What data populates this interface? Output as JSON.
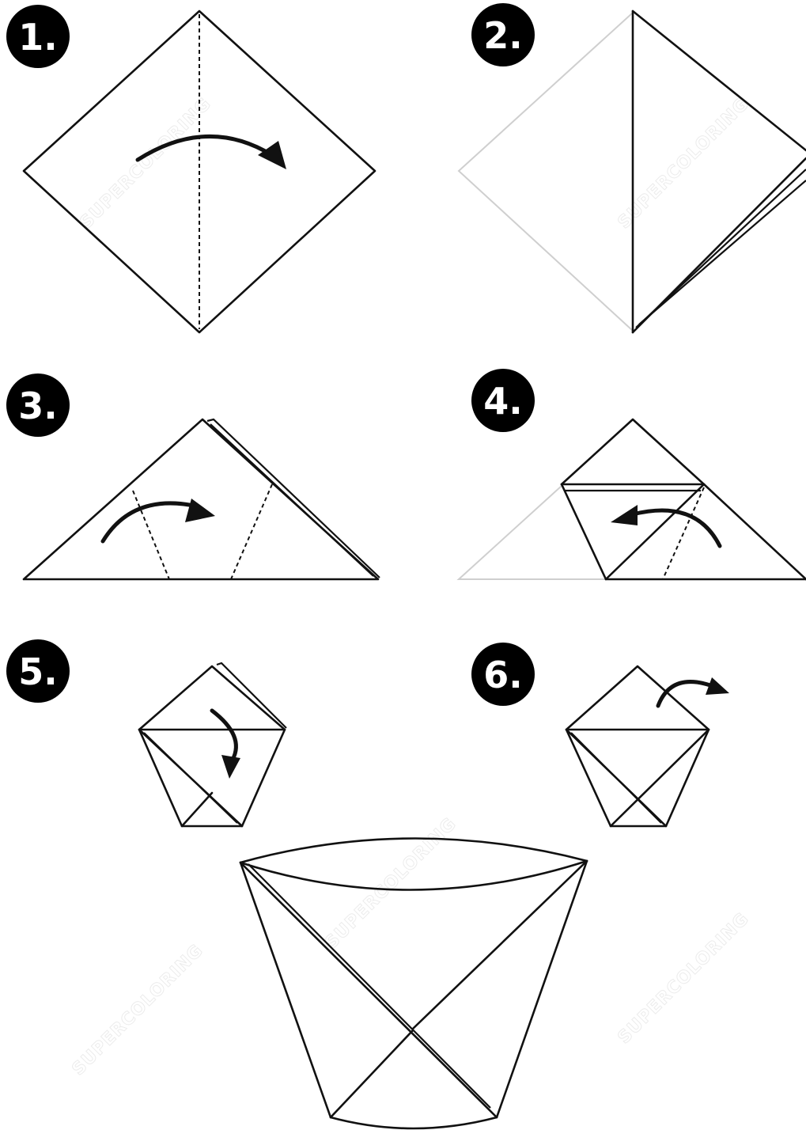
{
  "steps": [
    {
      "label": "1."
    },
    {
      "label": "2."
    },
    {
      "label": "3."
    },
    {
      "label": "4."
    },
    {
      "label": "5."
    },
    {
      "label": "6."
    }
  ],
  "watermark": {
    "text": "SUPERCOLORING",
    "color": "#ececec"
  },
  "colors": {
    "line": "#111111",
    "faint_line": "#cfcfcf",
    "badge": "#000000",
    "background": "#ffffff"
  }
}
